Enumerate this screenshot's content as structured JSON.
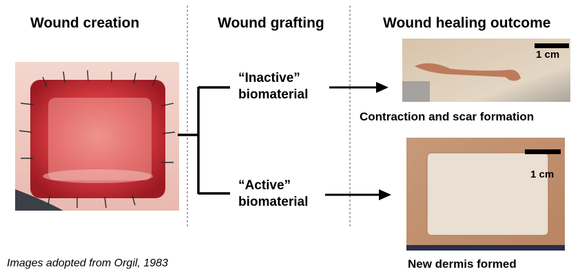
{
  "headers": {
    "creation": "Wound creation",
    "grafting": "Wound grafting",
    "outcome": "Wound healing outcome"
  },
  "branches": {
    "inactive": {
      "line1": "“Inactive”",
      "line2": "biomaterial"
    },
    "active": {
      "line1": "“Active”",
      "line2": "biomaterial"
    }
  },
  "outcomes": {
    "scar": {
      "label": "Contraction and scar formation",
      "scale": "1 cm"
    },
    "dermis": {
      "label": "New dermis formed",
      "scale": "1 cm"
    }
  },
  "caption": "Images adopted from Orgil, 1983",
  "colors": {
    "wound_red": "#c0232a",
    "skin_tone": "#d9b79a",
    "arrow": "#000000"
  }
}
